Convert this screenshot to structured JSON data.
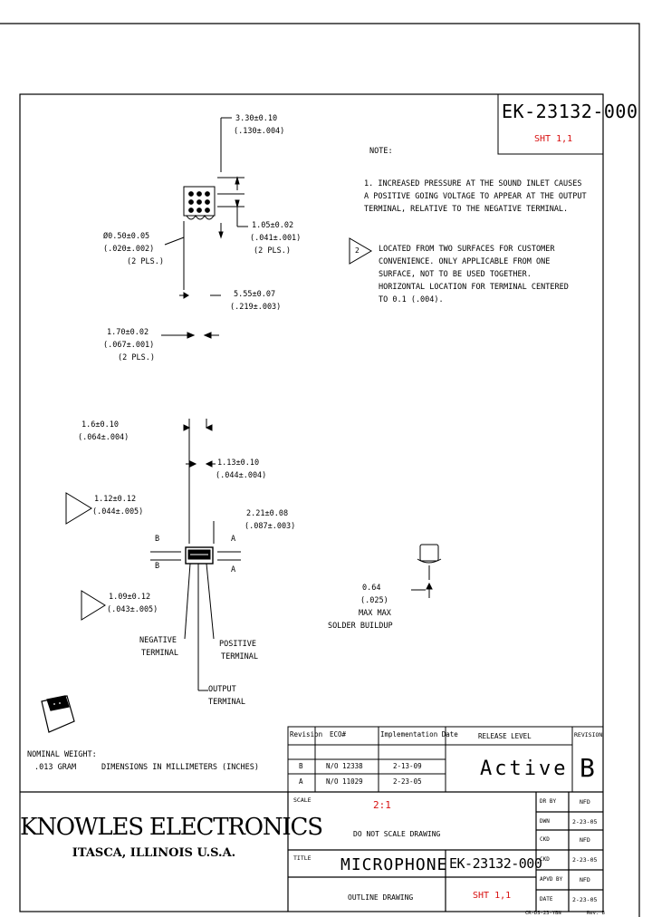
{
  "title_block": {
    "doc_number": "EK-23132-000",
    "sheet": "SHT 1,1",
    "company": "KNOWLES ELECTRONICS",
    "location": "ITASCA, ILLINOIS U.S.A.",
    "scale_label": "SCALE",
    "scale_value": "2:1",
    "do_not_scale": "DO NOT SCALE DRAWING",
    "title_label": "TITLE",
    "title": "MICROPHONE",
    "subtitle": "OUTLINE DRAWING",
    "release_level_label": "RELEASE LEVEL",
    "release_level": "Active",
    "revision_label": "REVISION",
    "revision": "B",
    "rev_table_headers": [
      "Revision",
      "ECO#",
      "Implementation Date"
    ],
    "rev_table_rows": [
      [
        "B",
        "N/O 12338",
        "2-13-09"
      ],
      [
        "A",
        "N/O 11029",
        "2-23-05"
      ]
    ],
    "approval_rows": [
      [
        "DR BY",
        "NFD"
      ],
      [
        "DWN",
        "2-23-05"
      ],
      [
        "CKD",
        "NFD"
      ],
      [
        "CKD",
        "2-23-05"
      ],
      [
        "APVD BY",
        "NFD"
      ],
      [
        "DATE",
        "2-23-05"
      ]
    ],
    "footer_code": "CR-DS-23-YBN",
    "footer_rev": "Rev. B"
  },
  "notes": {
    "heading": "NOTE:",
    "note1": [
      "1. INCREASED PRESSURE AT THE SOUND INLET CAUSES",
      "   A POSITIVE GOING VOLTAGE TO APPEAR AT THE OUTPUT",
      "   TERMINAL, RELATIVE TO THE NEGATIVE TERMINAL."
    ],
    "note2": [
      "LOCATED FROM TWO SURFACES FOR CUSTOMER",
      "CONVENIENCE. ONLY APPLICABLE FROM ONE",
      "SURFACE, NOT TO BE USED TOGETHER.",
      "HORIZONTAL LOCATION FOR TERMINAL CENTERED",
      "TO 0.1 (.004)."
    ],
    "note2_flag": "2"
  },
  "dimensions": {
    "d_width_top": [
      "3.30±0.10",
      "(.130±.004)"
    ],
    "d_pad_spacing": [
      "1.05±0.02",
      "(.041±.001)",
      "(2 PLS.)"
    ],
    "d_hole": [
      "Ø0.50±0.05",
      "(.020±.002)",
      "(2 PLS.)"
    ],
    "d_depth": [
      "5.55±0.07",
      "(.219±.003)"
    ],
    "d_pitch": [
      "1.70±0.02",
      "(.067±.001)",
      "(2 PLS.)"
    ],
    "d_side_inlet": [
      "1.6±0.10",
      "(.064±.004)"
    ],
    "d_terminal_w": [
      "1.13±0.10",
      "(.044±.004)"
    ],
    "d_side_flag": [
      "1.12±0.12",
      "(.044±.005)"
    ],
    "d_length": [
      "2.21±0.08",
      "(.087±.003)"
    ],
    "d_lower_flag": [
      "1.09±0.12",
      "(.043±.005)"
    ],
    "d_solder": [
      "0.64",
      "(.025)",
      "MAX MAX",
      "SOLDER BUILDUP"
    ],
    "view_markers": [
      "B",
      "B",
      "A",
      "A"
    ]
  },
  "labels": {
    "negative_terminal": [
      "NEGATIVE",
      "TERMINAL"
    ],
    "positive_terminal": [
      "POSITIVE",
      "TERMINAL"
    ],
    "output_terminal": [
      "OUTPUT",
      "TERMINAL"
    ],
    "nominal_weight": [
      "NOMINAL WEIGHT:",
      ".013 GRAM"
    ],
    "units": "DIMENSIONS IN MILLIMETERS (INCHES)"
  },
  "colors": {
    "accent": "#d81010",
    "ink": "#000000"
  }
}
